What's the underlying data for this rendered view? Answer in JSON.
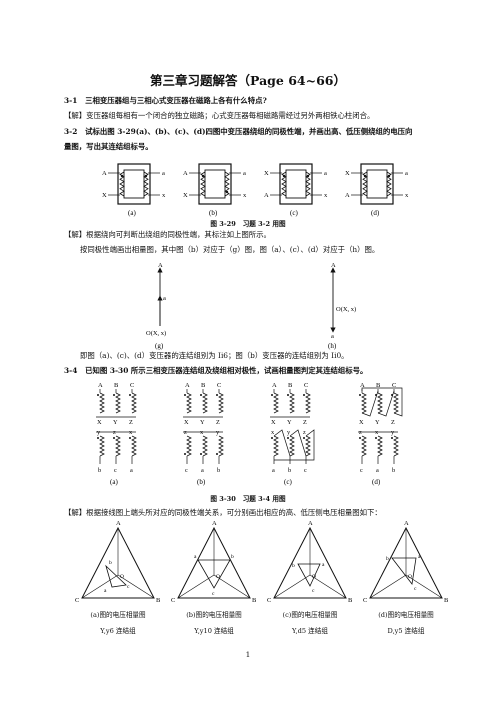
{
  "title": "第三章习题解答（Page 64~66）",
  "q1": {
    "num": "3-1",
    "text": "三相变压器组与三相心式变压器在磁路上各有什么特点?"
  },
  "a1": "【解】变压器组每相有一个闭合的独立磁路；心式变压器每相磁路需经过另外两相铁心柱闭合。",
  "q2": {
    "num": "3-2",
    "line1": "试标出图 3-29(a)、(b)、(c)、(d)四图中变压器绕组的同极性端，并画出高、低压侧绕组的电压向",
    "line2": "量图，写出其连结组标号。"
  },
  "fig329": {
    "items": [
      {
        "label": "(a)",
        "top_left": "A",
        "bottom_left": "X",
        "top_right": "a",
        "bottom_right": "x"
      },
      {
        "label": "(b)",
        "top_left": "A",
        "bottom_left": "X",
        "top_right": "a",
        "bottom_right": "x"
      },
      {
        "label": "(c)",
        "top_left": "X",
        "bottom_left": "A",
        "top_right": "a",
        "bottom_right": "x"
      },
      {
        "label": "(d)",
        "top_left": "X",
        "bottom_left": "A",
        "top_right": "a",
        "bottom_right": "x"
      }
    ],
    "caption_num": "图 3-29",
    "caption_text": "习题 3-2 用图"
  },
  "a2": {
    "line1": "【解】根据绕向可判断出绕组的同极性端，其标注如上图所示。",
    "line2": "按同极性端画出相量图，其中图（b）对应于（g）图，图（a）、(c）、(d）对应于（h）图。"
  },
  "phasor_g": {
    "top": "A",
    "mid": "a",
    "bottom": "O(X, x)",
    "label": "(g)"
  },
  "phasor_h": {
    "top": "A",
    "mid": "O(X, x)",
    "bottom": "a",
    "label": "(h)"
  },
  "a2_result": "即图（a)、(c)、(d）变压器的连结组别为 Ii6；图（b）变压器的连结组别为 Ii0。",
  "q4": {
    "num": "3-4",
    "text": "已知图 3-30 所示三相变压器连结组及绕组相对极性，试画相量图判定其连结组标号。"
  },
  "fig330": {
    "items": [
      {
        "label": "(a)",
        "top": [
          "A",
          "B",
          "C"
        ],
        "upper_mid": [
          "X",
          "Y",
          "Z"
        ],
        "lower_mid": [
          "y",
          "z",
          "x"
        ],
        "bottom": [
          "b",
          "c",
          "a"
        ]
      },
      {
        "label": "(b)",
        "top": [
          "A",
          "B",
          "C"
        ],
        "upper_mid": [
          "X",
          "Y",
          "Z"
        ],
        "lower_mid": [
          "z",
          "x",
          "y"
        ],
        "bottom": [
          "c",
          "a",
          "b"
        ]
      },
      {
        "label": "(c)",
        "top": [
          "A",
          "B",
          "C"
        ],
        "upper_mid": [
          "X",
          "Y",
          "Z"
        ],
        "lower_mid": [
          "x",
          "y",
          "z"
        ],
        "bottom": [
          "a",
          "b",
          "c"
        ]
      },
      {
        "label": "(d)",
        "top": [
          "A",
          "B",
          "C"
        ],
        "upper_mid": [
          "X",
          "Y",
          "Z"
        ],
        "lower_mid": [
          "z",
          "x",
          "y"
        ],
        "bottom": [
          "c",
          "a",
          "b"
        ]
      }
    ],
    "caption_num": "图 3-30",
    "caption_text": "习题 3-4 用图"
  },
  "a4": "【解】根据接线图上端头所对应的同极性端关系，可分别画出相应的高、低压侧电压相量图如下：",
  "phasor_diagrams": [
    {
      "caption": "(a)图的电压相量图",
      "group": "Y,y6 连结组"
    },
    {
      "caption": "(b)图的电压相量图",
      "group": "Y,y10 连结组"
    },
    {
      "caption": "(c)图的电压相量图",
      "group": "Y,d5 连结组"
    },
    {
      "caption": "(d)图的电压相量图",
      "group": "D,y5 连结组"
    }
  ],
  "phasor_vertex_labels": {
    "A": "A",
    "B": "B",
    "C": "C",
    "a": "a",
    "b": "b",
    "c": "c",
    "O": "O"
  },
  "page_number": "1"
}
